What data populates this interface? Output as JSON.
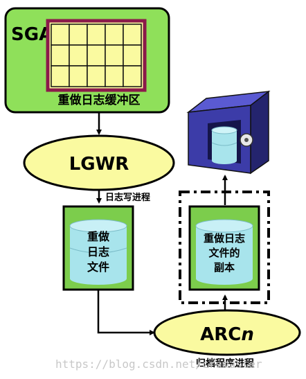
{
  "sga": {
    "title": "SGA",
    "buffer_label": "重做日志缓冲区"
  },
  "lgwr": {
    "label": "LGWR",
    "caption": "日志写进程"
  },
  "redo_log": {
    "lines": [
      "重做",
      "日志",
      "文件"
    ]
  },
  "archived_copy": {
    "lines": [
      "重做日志",
      "文件的",
      "副本"
    ]
  },
  "arcn": {
    "label_main": "ARC",
    "label_suffix": "n",
    "caption": "归档程序进程"
  },
  "watermark": "https://blog.csdn.net/cremaster",
  "colors": {
    "sga_fill": "#8fe05a",
    "ellipse_fill": "#fafaa0",
    "box_fill": "#7ccd4c",
    "cylinder_fill": "#a8e4ec",
    "buffer_border": "#8b1a4a",
    "buffer_cell": "#fafaa0",
    "safe_blue": "#3c3ca8"
  }
}
